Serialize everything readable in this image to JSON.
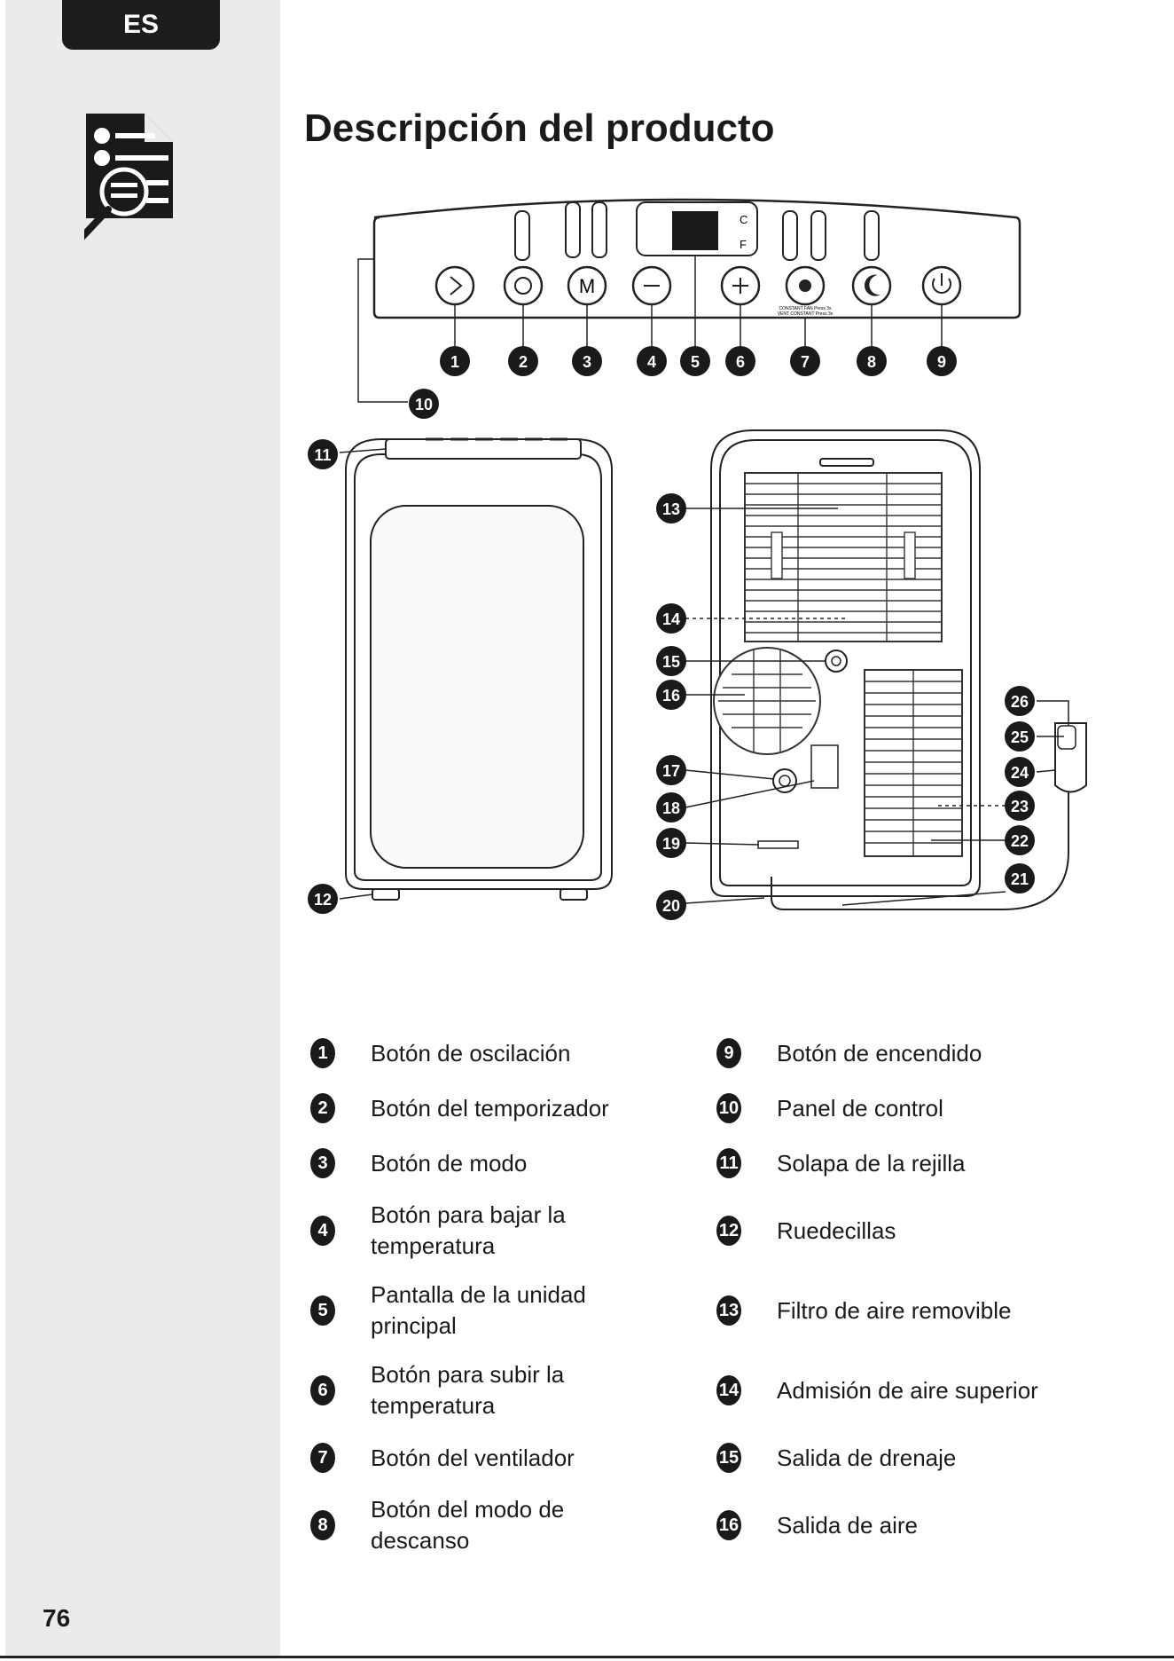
{
  "page": {
    "lang_tab": "ES",
    "title": "Descripción del producto",
    "page_number": "76"
  },
  "figure": {
    "panel_labels": [
      "C",
      "F"
    ],
    "panel_small_text": [
      "CONSTANT FAN Press 3s",
      "VENT CONSTANT Press 3s"
    ],
    "callouts": [
      "1",
      "2",
      "3",
      "4",
      "5",
      "6",
      "7",
      "8",
      "9",
      "10",
      "11",
      "12",
      "13",
      "14",
      "15",
      "16",
      "17",
      "18",
      "19",
      "20",
      "21",
      "22",
      "23",
      "24",
      "25",
      "26"
    ]
  },
  "legend_left": [
    {
      "num": "1",
      "text": "Botón de oscilación"
    },
    {
      "num": "2",
      "text": "Botón del temporizador"
    },
    {
      "num": "3",
      "text": "Botón de modo"
    },
    {
      "num": "4",
      "text": "Botón para bajar la temperatura"
    },
    {
      "num": "5",
      "text": "Pantalla de la unidad principal"
    },
    {
      "num": "6",
      "text": "Botón para subir la temperatura"
    },
    {
      "num": "7",
      "text": "Botón del ventilador"
    },
    {
      "num": "8",
      "text": "Botón del modo de descanso"
    }
  ],
  "legend_right": [
    {
      "num": "9",
      "text": "Botón de encendido"
    },
    {
      "num": "10",
      "text": "Panel de control"
    },
    {
      "num": "11",
      "text": "Solapa de la rejilla"
    },
    {
      "num": "12",
      "text": "Ruedecillas"
    },
    {
      "num": "13",
      "text": "Filtro de aire removible"
    },
    {
      "num": "14",
      "text": "Admisión de aire superior"
    },
    {
      "num": "15",
      "text": "Salida de drenaje"
    },
    {
      "num": "16",
      "text": "Salida de aire"
    }
  ]
}
